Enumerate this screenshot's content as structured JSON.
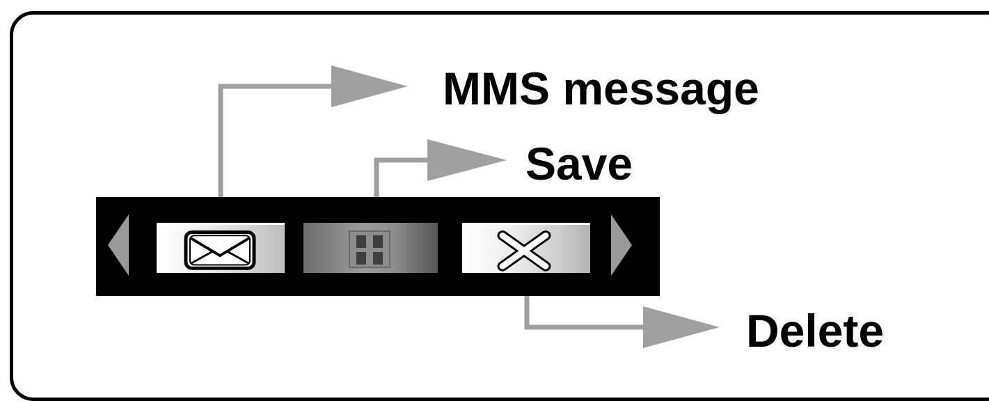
{
  "callouts": {
    "mms": "MMS message",
    "save": "Save",
    "delete": "Delete"
  },
  "toolbar": {
    "buttons": [
      {
        "id": "mms",
        "icon": "envelope-icon"
      },
      {
        "id": "save",
        "icon": "save-icon"
      },
      {
        "id": "delete",
        "icon": "x-icon"
      }
    ],
    "nav": {
      "left_icon": "chevron-left-icon",
      "right_icon": "chevron-right-icon"
    }
  },
  "colors": {
    "connector": "#a0a0a0",
    "toolbar_bg": "#000000",
    "text": "#000000"
  }
}
